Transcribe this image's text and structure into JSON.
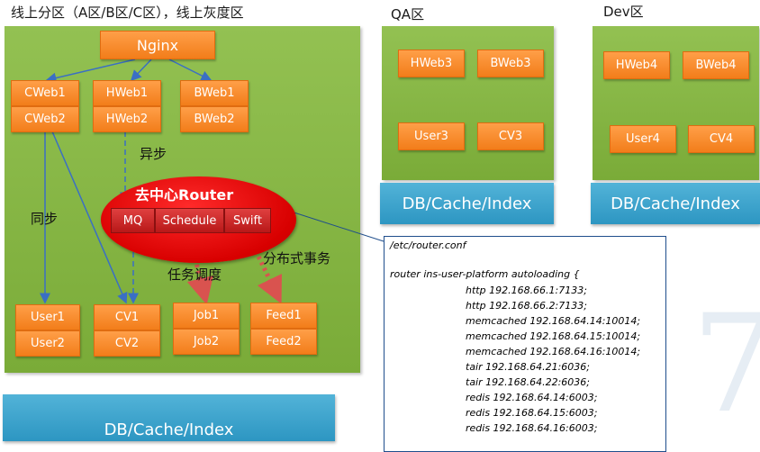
{
  "zones": {
    "prod_title": "线上分区（A区/B区/C区），线上灰度区",
    "qa_title": "QA区",
    "dev_title": "Dev区"
  },
  "prod": {
    "nginx": "Nginx",
    "cweb1": "CWeb1",
    "cweb2": "CWeb2",
    "hweb1": "HWeb1",
    "hweb2": "HWeb2",
    "bweb1": "BWeb1",
    "bweb2": "BWeb2",
    "async_label": "异步",
    "sync_label": "同步",
    "router_title": "去中心Router",
    "router_mq": "MQ",
    "router_schedule": "Schedule",
    "router_swift": "Swift",
    "task_label": "任务调度",
    "dist_label": "分布式事务",
    "user1": "User1",
    "user2": "User2",
    "cv1": "CV1",
    "cv2": "CV2",
    "job1": "Job1",
    "job2": "Job2",
    "feed1": "Feed1",
    "feed2": "Feed2",
    "db": "DB/Cache/Index"
  },
  "qa": {
    "hweb3": "HWeb3",
    "bweb3": "BWeb3",
    "user3": "User3",
    "cv3": "CV3",
    "db": "DB/Cache/Index"
  },
  "dev": {
    "hweb4": "HWeb4",
    "bweb4": "BWeb4",
    "user4": "User4",
    "cv4": "CV4",
    "db": "DB/Cache/Index"
  },
  "config": {
    "path": "/etc/router.conf",
    "header": "router ins-user-platform autoloading {",
    "lines": [
      "http 192.168.66.1:7133;",
      "http 192.168.66.2:7133;",
      "memcached 192.168.64.14:10014;",
      "memcached 192.168.64.15:10014;",
      "memcached 192.168.64.16:10014;",
      "tair 192.168.64.21:6036;",
      "tair 192.168.64.22:6036;",
      "redis 192.168.64.14:6003;",
      "redis 192.168.64.15:6003;",
      "redis 192.168.64.16:6003;"
    ]
  },
  "watermark": "7",
  "colors": {
    "panel_green": "#86b744",
    "node_orange": "#f58a2a",
    "db_blue": "#3aa6cf",
    "router_red": "#e00000",
    "arrow_blue": "#3a6fc4",
    "dotted_red": "#d9534f"
  }
}
